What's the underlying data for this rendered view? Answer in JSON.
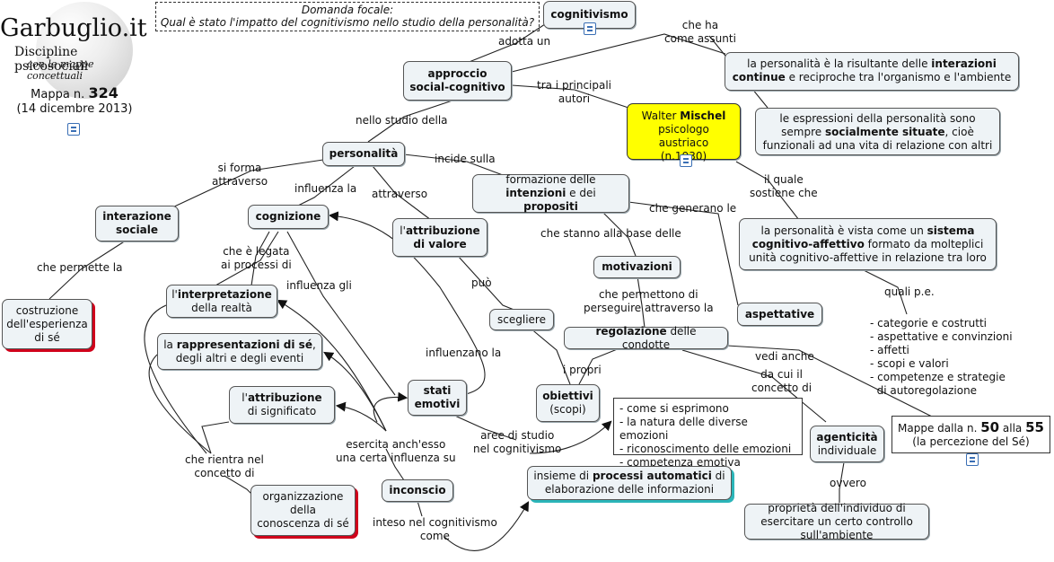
{
  "logo": {
    "title": "Garbuglio.it",
    "subtitle": "Discipline psicosociali",
    "tagline": "con le mappe concettuali",
    "map_prefix": "Mappa n.",
    "map_number": "324",
    "date": "(14 dicembre 2013)"
  },
  "focal": {
    "line1": "Domanda focale:",
    "line2": "Qual è stato l'impatto del cognitivismo nello studio della personalità?"
  },
  "nodes": {
    "cognitivismo": "cognitivismo",
    "approccio": [
      "approccio",
      "social-cognitivo"
    ],
    "interazioni": {
      "pre": "la personalità è la risultante delle ",
      "bold": "interazioni continue",
      "post": " e reciproche tra l'organismo e l'ambiente"
    },
    "espressioni": {
      "pre": "le espressioni della personalità sono sempre ",
      "bold": "socialmente situate",
      "post": ", cioè funzionali ad una vita di relazione con altri"
    },
    "mischel": {
      "pre": "Walter ",
      "bold": "Mischel",
      "line2": "psicologo austriaco",
      "line3": "(n.1930)"
    },
    "personalita": "personalità",
    "formazione": {
      "line1": "formazione delle",
      "bold1": "intenzioni",
      "mid": " e dei ",
      "bold2": "propositi"
    },
    "sistema": {
      "pre": "la personalità è vista come un ",
      "bold": "sistema cognitivo-affettivo",
      "post": " formato da molteplici unità cognitivo-affettive in relazione tra loro"
    },
    "interazione_sociale": [
      "interazione",
      "sociale"
    ],
    "cognizione": "cognizione",
    "attribuzione_valore": {
      "pre": "l'",
      "bold": "attribuzione",
      "post": "di valore"
    },
    "motivazioni": "motivazioni",
    "aspettative": "aspettative",
    "costruzione": "costruzione dell'esperienza di sé",
    "interpretazione": {
      "pre": "l'",
      "bold": "interpretazione",
      "post": "della realtà"
    },
    "rappresentazioni": {
      "pre": "la ",
      "bold": "rappresentazioni di sé",
      "post": ", degli altri e degli eventi"
    },
    "regolazione": {
      "bold": "regolazione",
      "post": " delle condotte"
    },
    "attribuzione_significato": {
      "pre": "l'",
      "bold": "attribuzione",
      "post": " di significato"
    },
    "stati_emotivi": [
      "stati",
      "emotivi"
    ],
    "obiettivi": {
      "bold": "obiettivi",
      "post": "(scopi)"
    },
    "emozioni_list": [
      "- come si esprimono",
      "- la natura delle diverse emozioni",
      "- riconoscimento delle emozioni",
      "- competenza emotiva"
    ],
    "agenticita": {
      "bold": "agenticità",
      "post": "individuale"
    },
    "mappe": {
      "pre": "Mappe dalla n. ",
      "n1": "50",
      "mid": " alla ",
      "n2": "55",
      "post": "(la percezione del Sé)"
    },
    "organizzazione": "organizzazione della conoscenza di sé",
    "inconscio": "inconscio",
    "processi": {
      "pre": "insieme di ",
      "bold": "processi automatici",
      "post": " di elaborazione delle informazioni"
    },
    "proprieta": "proprietà dell'individuo di esercitare un certo controllo sull'ambiente"
  },
  "labels": {
    "adotta_un": "adotta un",
    "che_ha": "che ha\ncome assunti",
    "tra_principali": "tra i principali\nautori",
    "nello_studio": "nello studio della",
    "incide_sulla": "incide sulla",
    "il_quale": "il quale\nsostiene che",
    "si_forma": "si forma\nattraverso",
    "influenza_la": "influenza la",
    "attraverso": "attraverso",
    "che_generano": "che generano le",
    "che_stanno": "che stanno alla base delle",
    "quali_pe": "quali p.e.",
    "che_permette": "che permette la",
    "che_legata": "che è legata\nai processi di",
    "influenza_gli": "influenza gli",
    "puo": "può",
    "che_permettono": "che permettono di\nperseguire attraverso la",
    "scegliere": "scegliere",
    "influenzano_la": "influenzano la",
    "vedi_anche": "vedi anche",
    "i_propri": "i propri",
    "da_cui": "da cui il\nconcetto di",
    "aree": "aree di studio\nnel cognitivismo",
    "che_rientra": "che rientra nel\nconcetto di",
    "esercita": "esercita anch'esso\nuna certa influenza su",
    "ovvero": "ovvero",
    "inteso": "inteso nel cognitivismo\ncome"
  },
  "aspects_list": [
    "- categorie e costrutti",
    "- aspettative e convinzioni",
    "- affetti",
    "- scopi e valori",
    "- competenze e strategie",
    "  di autoregolazione"
  ]
}
